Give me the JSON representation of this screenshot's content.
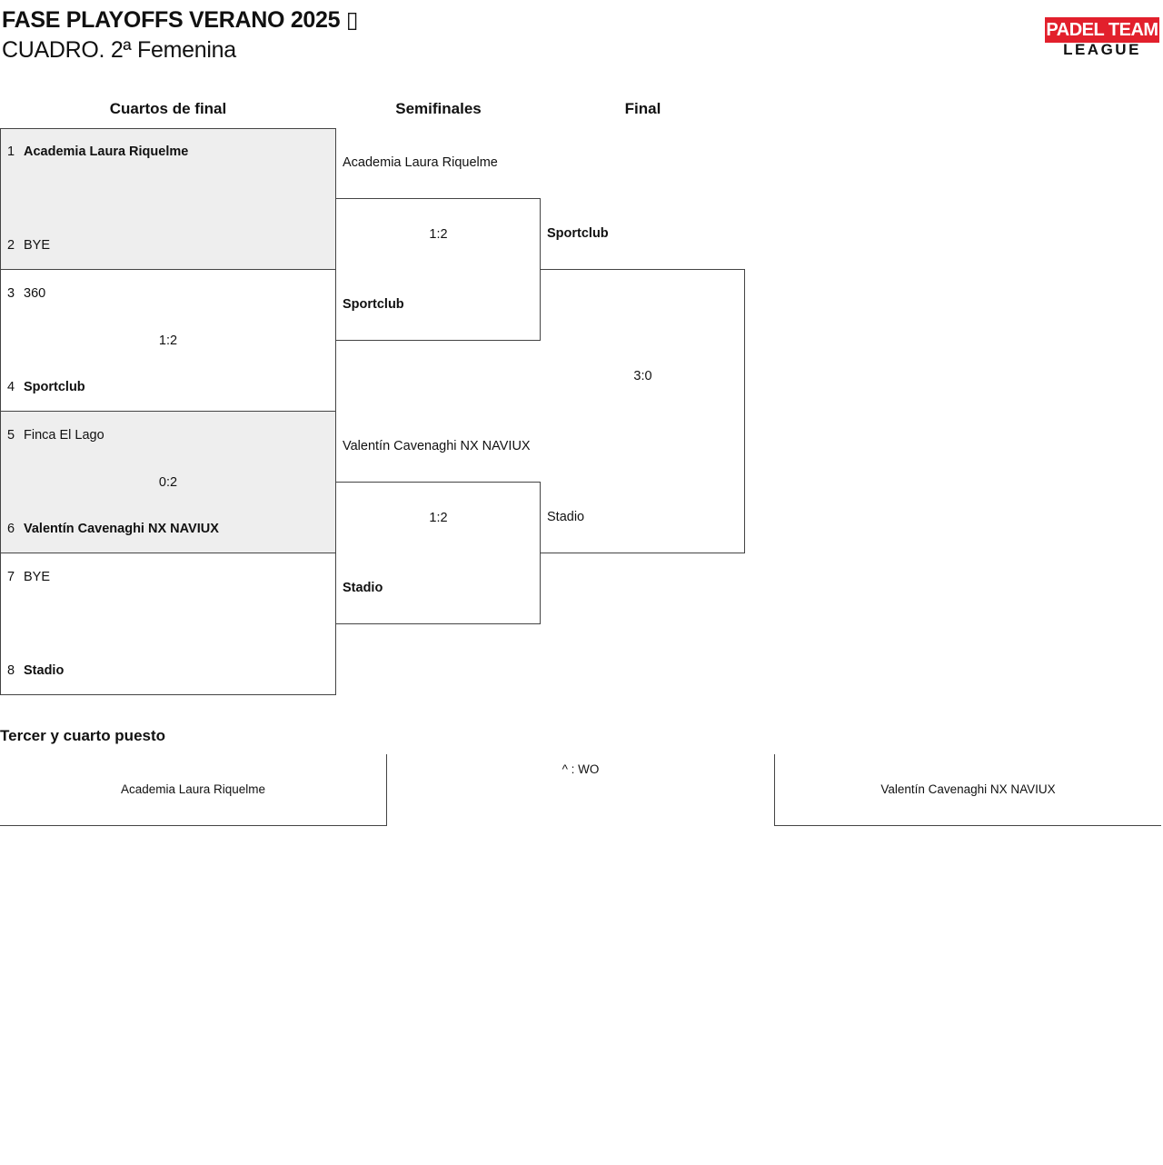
{
  "header": {
    "title_line1": "FASE PLAYOFFS VERANO 2025 ▯",
    "title_line2": "CUADRO. 2ª Femenina",
    "logo_top": "PADEL TEAM",
    "logo_bottom": "LEAGUE"
  },
  "columns": {
    "quarterfinals": "Cuartos de final",
    "semifinals": "Semifinales",
    "final": "Final"
  },
  "quarterfinals": [
    {
      "top": {
        "seed": "1",
        "name": "Academia Laura Riquelme"
      },
      "bottom": {
        "seed": "2",
        "name": "BYE"
      },
      "score": ""
    },
    {
      "top": {
        "seed": "3",
        "name": "360"
      },
      "bottom": {
        "seed": "4",
        "name": "Sportclub"
      },
      "score": "1:2"
    },
    {
      "top": {
        "seed": "5",
        "name": "Finca El Lago"
      },
      "bottom": {
        "seed": "6",
        "name": "Valentín Cavenaghi NX NAVIUX"
      },
      "score": "0:2"
    },
    {
      "top": {
        "seed": "7",
        "name": "BYE"
      },
      "bottom": {
        "seed": "8",
        "name": "Stadio"
      },
      "score": ""
    }
  ],
  "semifinals": [
    {
      "top": "Academia Laura Riquelme",
      "bottom": "Sportclub",
      "score": "1:2"
    },
    {
      "top": "Valentín Cavenaghi NX NAVIUX",
      "bottom": "Stadio",
      "score": "1:2"
    }
  ],
  "final": {
    "top": "Sportclub",
    "bottom": "Stadio",
    "score": "3:0"
  },
  "third_place": {
    "title": "Tercer y cuarto puesto",
    "left": "Academia Laura Riquelme",
    "right": "Valentín Cavenaghi NX NAVIUX",
    "note": "^ : WO"
  },
  "colors": {
    "shade": "#eeeeee",
    "border": "#444444",
    "logo_red": "#e2202c"
  }
}
